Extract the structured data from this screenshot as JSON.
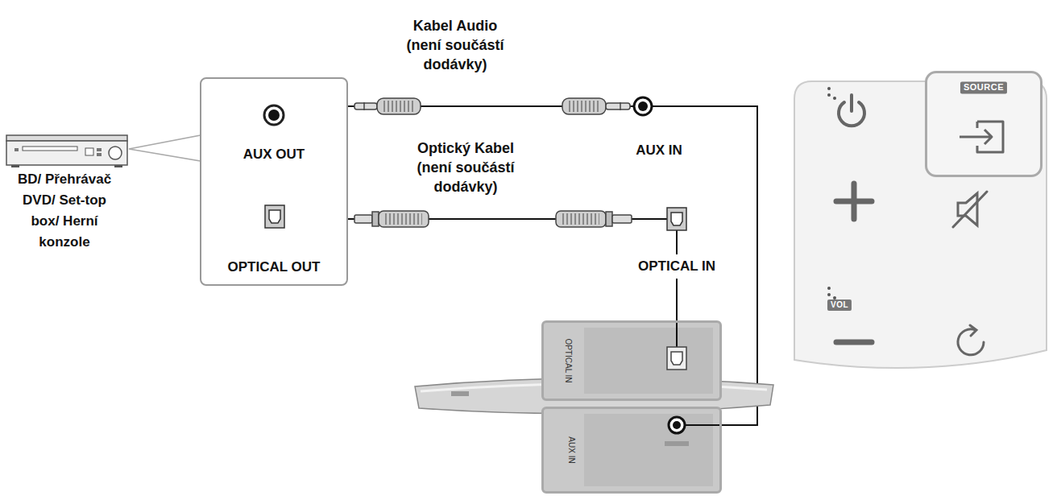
{
  "diagram": {
    "nodes": [
      {
        "text": [
          "AUX OUT",
          "OPTICAL OUT"
        ]
      },
      {
        "text": [
          "OPTICAL IN"
        ]
      },
      {
        "text": [
          "AUX IN"
        ]
      },
      {
        "text": [
          "VOL"
        ]
      },
      {
        "text": [
          "SOURCE"
        ],
        "in": 3
      }
    ],
    "edges": [
      {
        "from": 0,
        "to": 2,
        "arrow": "none",
        "label": "Kabel Audio (není součástí dodávky)"
      },
      {
        "from": 0,
        "to": 1,
        "arrow": "none",
        "label": "Optický Kabel (není součástí dodávky)"
      }
    ],
    "labels": [
      "AUX IN",
      "OPTICAL IN",
      "BD/ Přehrávač DVD/ Set-top box/ Herní konzole"
    ]
  }
}
